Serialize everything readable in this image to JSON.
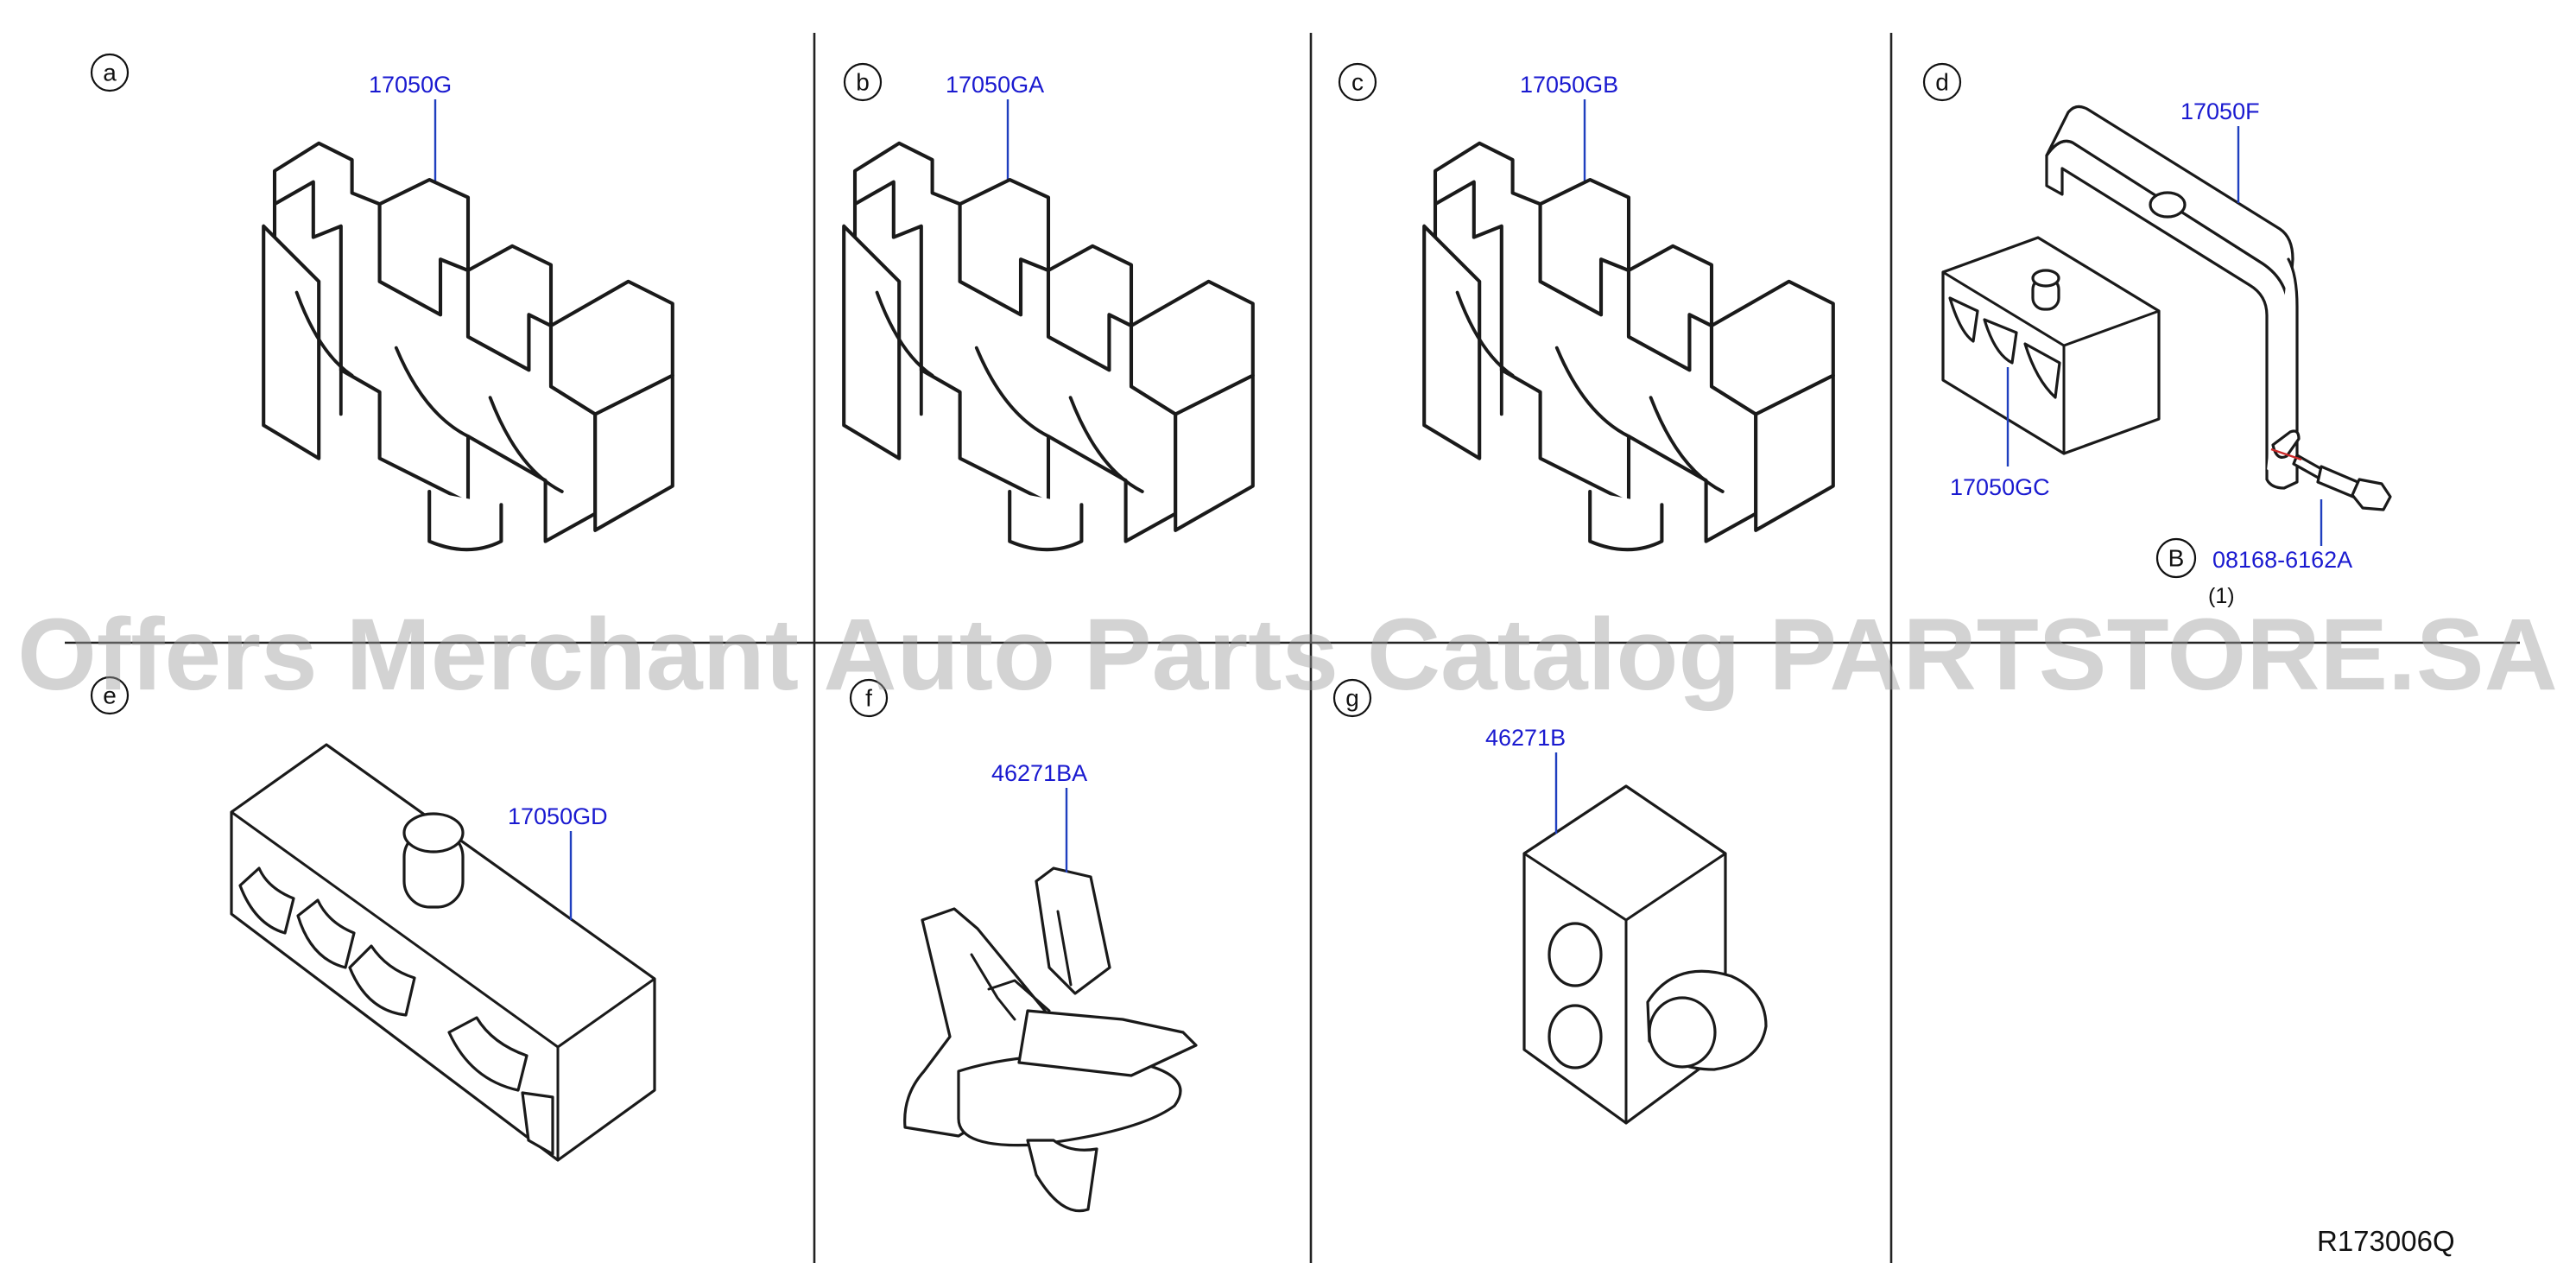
{
  "sections": [
    {
      "letter": "a",
      "parts": [
        "17050G"
      ]
    },
    {
      "letter": "b",
      "parts": [
        "17050GA"
      ]
    },
    {
      "letter": "c",
      "parts": [
        "17050GB"
      ]
    },
    {
      "letter": "d",
      "parts": [
        "17050F",
        "17050GC",
        "08168-6162A"
      ],
      "bolt_marker": "B",
      "bolt_qty": "(1)"
    },
    {
      "letter": "e",
      "parts": [
        "17050GD"
      ]
    },
    {
      "letter": "f",
      "parts": [
        "46271BA"
      ]
    },
    {
      "letter": "g",
      "parts": [
        "46271B"
      ]
    }
  ],
  "reference_code": "R173006Q",
  "watermark": "Offers Merchant Auto Parts Catalog PARTSTORE.SA",
  "colors": {
    "part_number": "#1a1ad0",
    "line": "#1a1a1a",
    "leader": "#1f3fbf",
    "watermark": "#9e9e9e"
  }
}
